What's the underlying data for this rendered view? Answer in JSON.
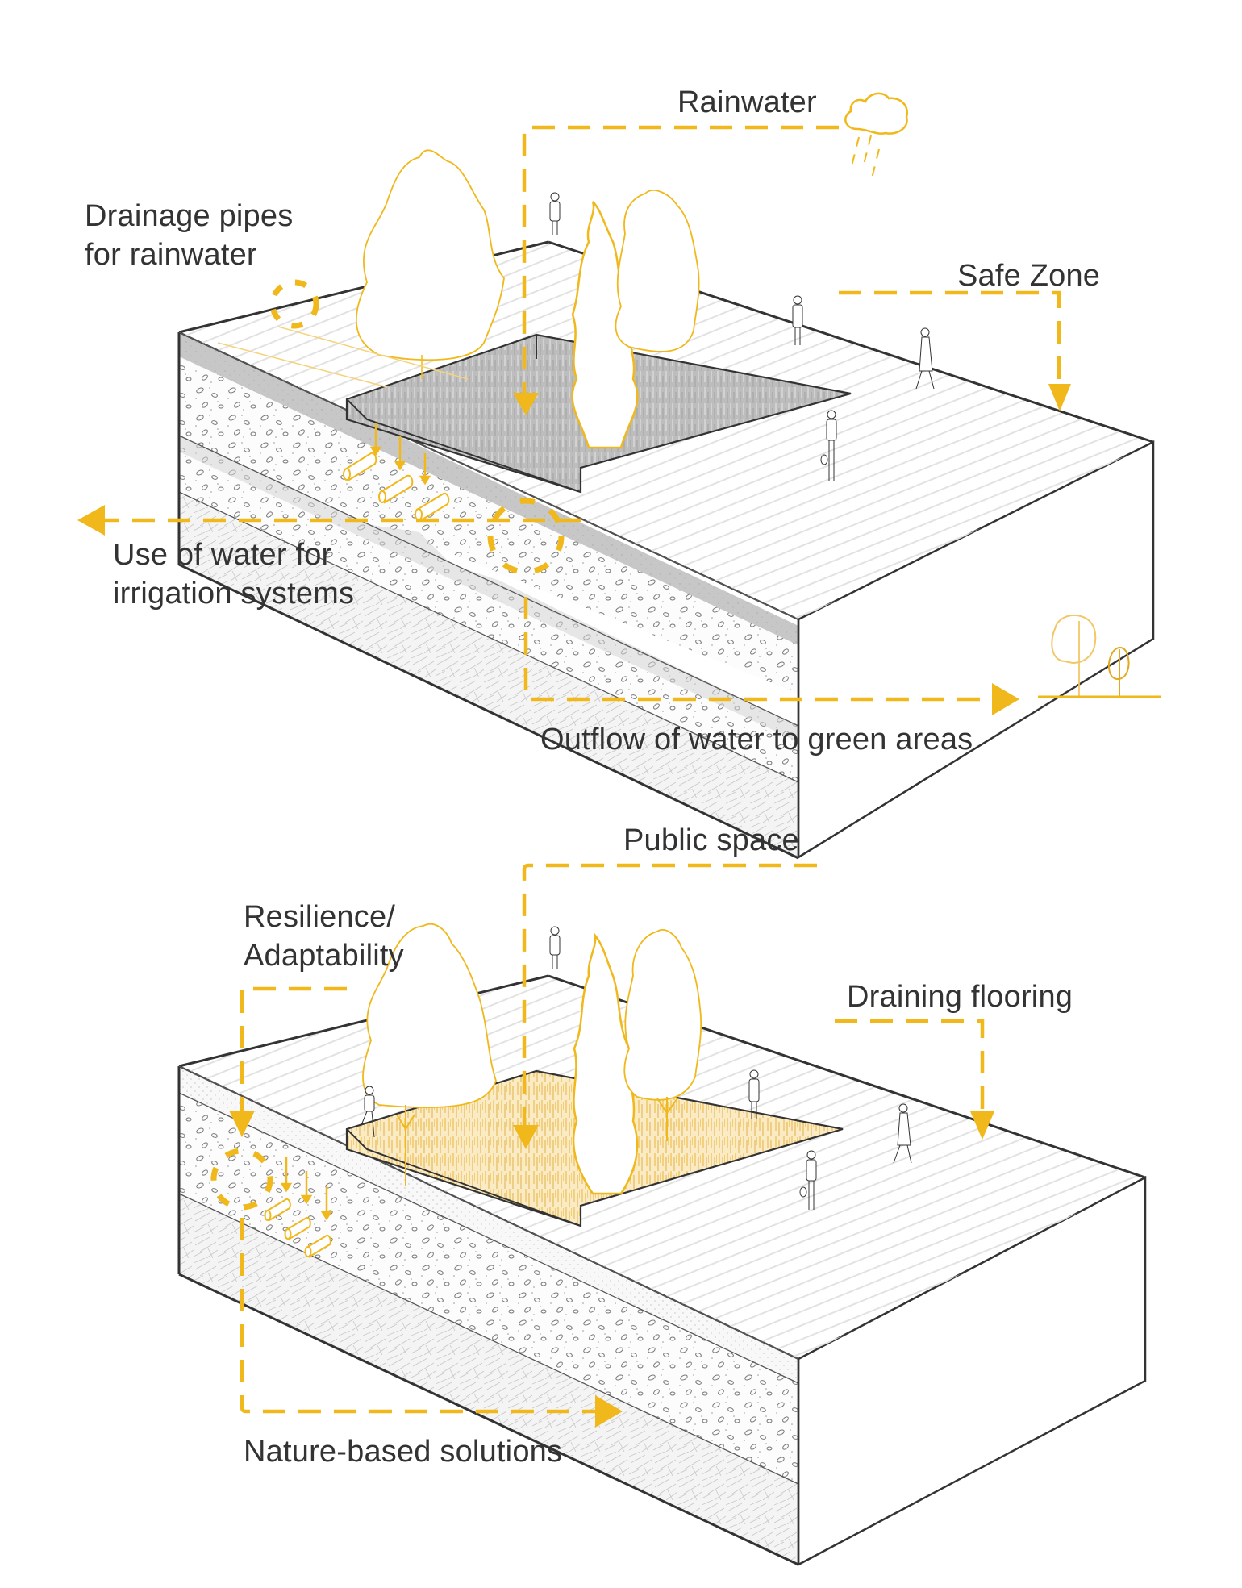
{
  "title": "Isometric section diagrams of a rain garden / sunken plaza water management system",
  "colors": {
    "accent": "#F0B81A",
    "accent_light": "#F6D27A",
    "outline": "#333333",
    "text": "#333333",
    "concrete": "#C9C9C9",
    "gravel_bg": "#FAFAFA",
    "water_fill": "#B9B9B9",
    "vegetation_fill": "#F3CF7A",
    "floor_lines": "#E0E0E0"
  },
  "diagrams": [
    {
      "id": "water-management",
      "state": "rain / flooded",
      "labels": {
        "rainwater": "Rainwater",
        "drainage_pipes": [
          "Drainage pipes",
          "for rainwater"
        ],
        "safe_zone": "Safe Zone",
        "irrigation": [
          "Use of water for",
          "irrigation systems"
        ],
        "outflow": "Outflow of water to green areas"
      },
      "icons": [
        "rain-cloud-icon",
        "green-area-trees-icon",
        "drainage-pipe-icon",
        "person-icon",
        "tree-icon"
      ],
      "pipes_count": 3,
      "people_count": 4
    },
    {
      "id": "public-space",
      "state": "dry / vegetated",
      "labels": {
        "public_space": "Public space",
        "resilience": [
          "Resilience/",
          "Adaptability"
        ],
        "draining_flooring": "Draining flooring",
        "nature_based": "Nature-based solutions"
      },
      "icons": [
        "drainage-pipe-icon",
        "person-icon",
        "tree-icon"
      ],
      "pipes_count": 3,
      "people_count": 5
    }
  ]
}
